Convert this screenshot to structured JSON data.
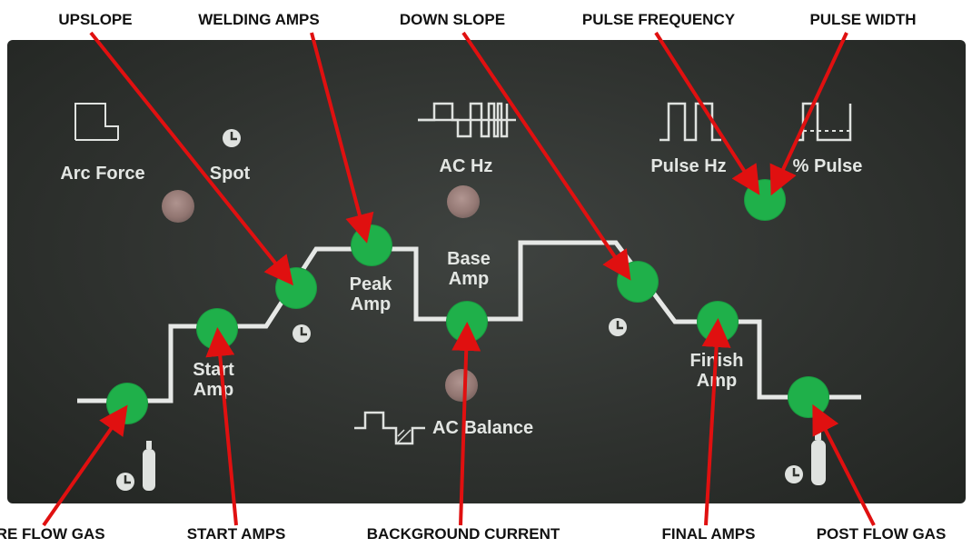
{
  "callouts": {
    "upslope": "UPSLOPE",
    "welding_amps": "WELDING AMPS",
    "down_slope": "DOWN SLOPE",
    "pulse_frequency": "PULSE FREQUENCY",
    "pulse_width": "PULSE WIDTH",
    "pre_flow_gas": "PRE FLOW GAS",
    "start_amps": "START AMPS",
    "background_current": "BACKGROUND CURRENT",
    "final_amps": "FINAL AMPS",
    "post_flow_gas": "POST FLOW GAS"
  },
  "panel": {
    "arc_force": "Arc Force",
    "spot": "Spot",
    "ac_hz": "AC Hz",
    "pulse_hz": "Pulse Hz",
    "pct_pulse": "% Pulse",
    "peak_amp": "Peak\nAmp",
    "base_amp": "Base\nAmp",
    "start_amp": "Start\nAmp",
    "finish_amp": "Finish\nAmp",
    "ac_balance": "AC Balance"
  },
  "colors": {
    "marker": "#1fb04a",
    "arrow": "#e01010",
    "panel": "#30332f",
    "panel_text": "#e3e6e3"
  }
}
